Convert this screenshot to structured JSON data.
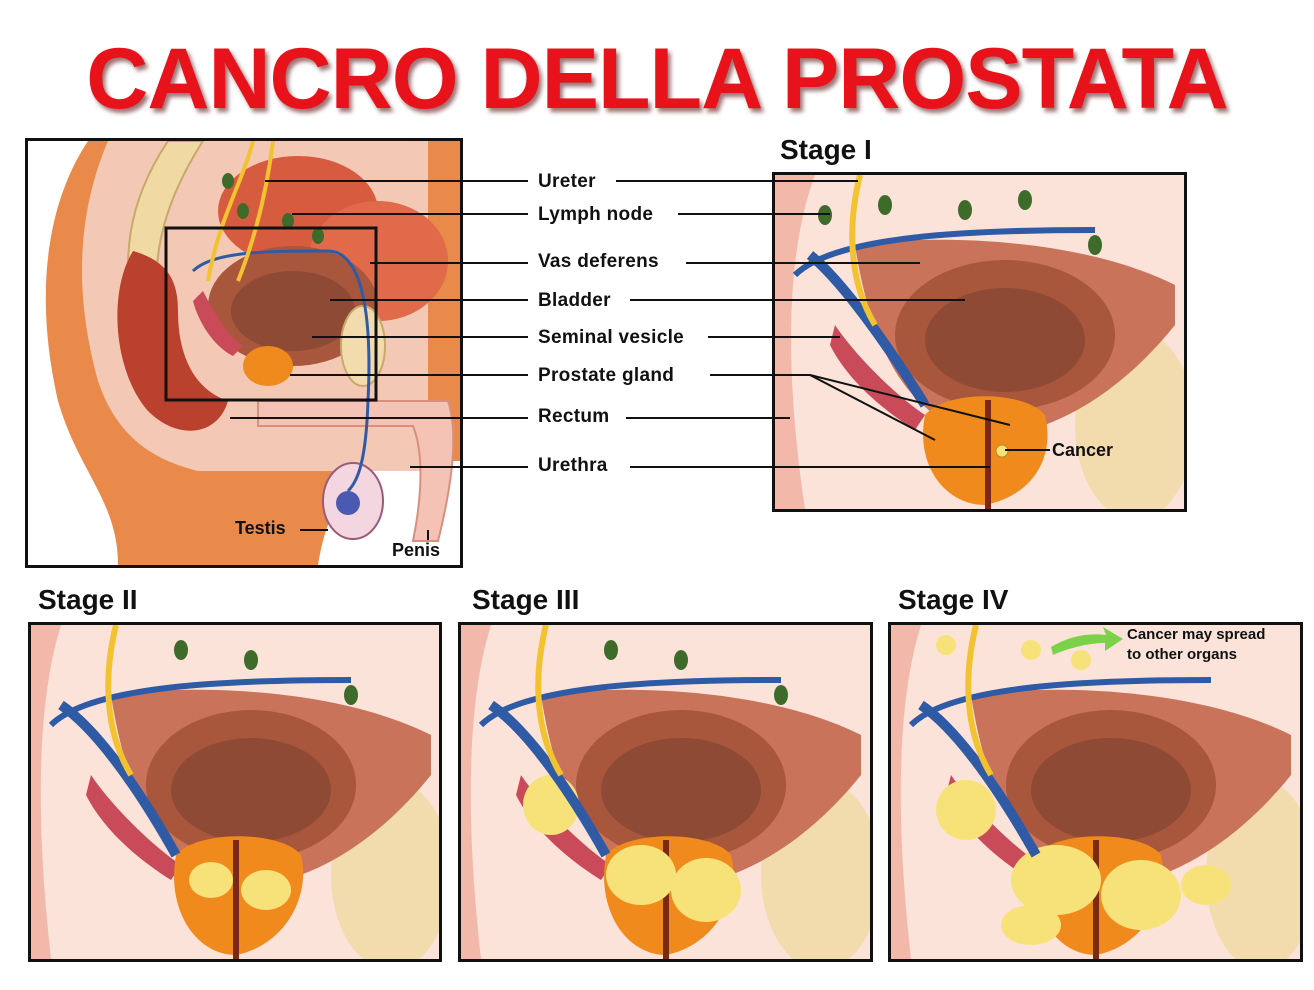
{
  "title": "CANCRO DELLA PROSTATA",
  "anatomy_labels": [
    "Ureter",
    "Lymph node",
    "Vas deferens",
    "Bladder",
    "Seminal vesicle",
    "Prostate gland",
    "Rectum",
    "Urethra"
  ],
  "overview_labels": {
    "testis": "Testis",
    "penis": "Penis"
  },
  "stages": {
    "stage1": {
      "label": "Stage I",
      "cancer_label": "Cancer"
    },
    "stage2": {
      "label": "Stage II"
    },
    "stage3": {
      "label": "Stage III"
    },
    "stage4": {
      "label": "Stage IV",
      "spread_line1": "Cancer may spread",
      "spread_line2": "to other organs"
    }
  },
  "colors": {
    "title": "#e8121a",
    "tissue": "#f4c9bd",
    "bladder": "#a8563c",
    "bladder_inner": "#8e4a35",
    "prostate": "#f08a1c",
    "vein": "#2f5aa6",
    "ureter": "#f2c230",
    "lymph": "#3f6b2a",
    "bone": "#f2dcae",
    "cancer": "#f7e27a",
    "arrow": "#7bd24a"
  }
}
